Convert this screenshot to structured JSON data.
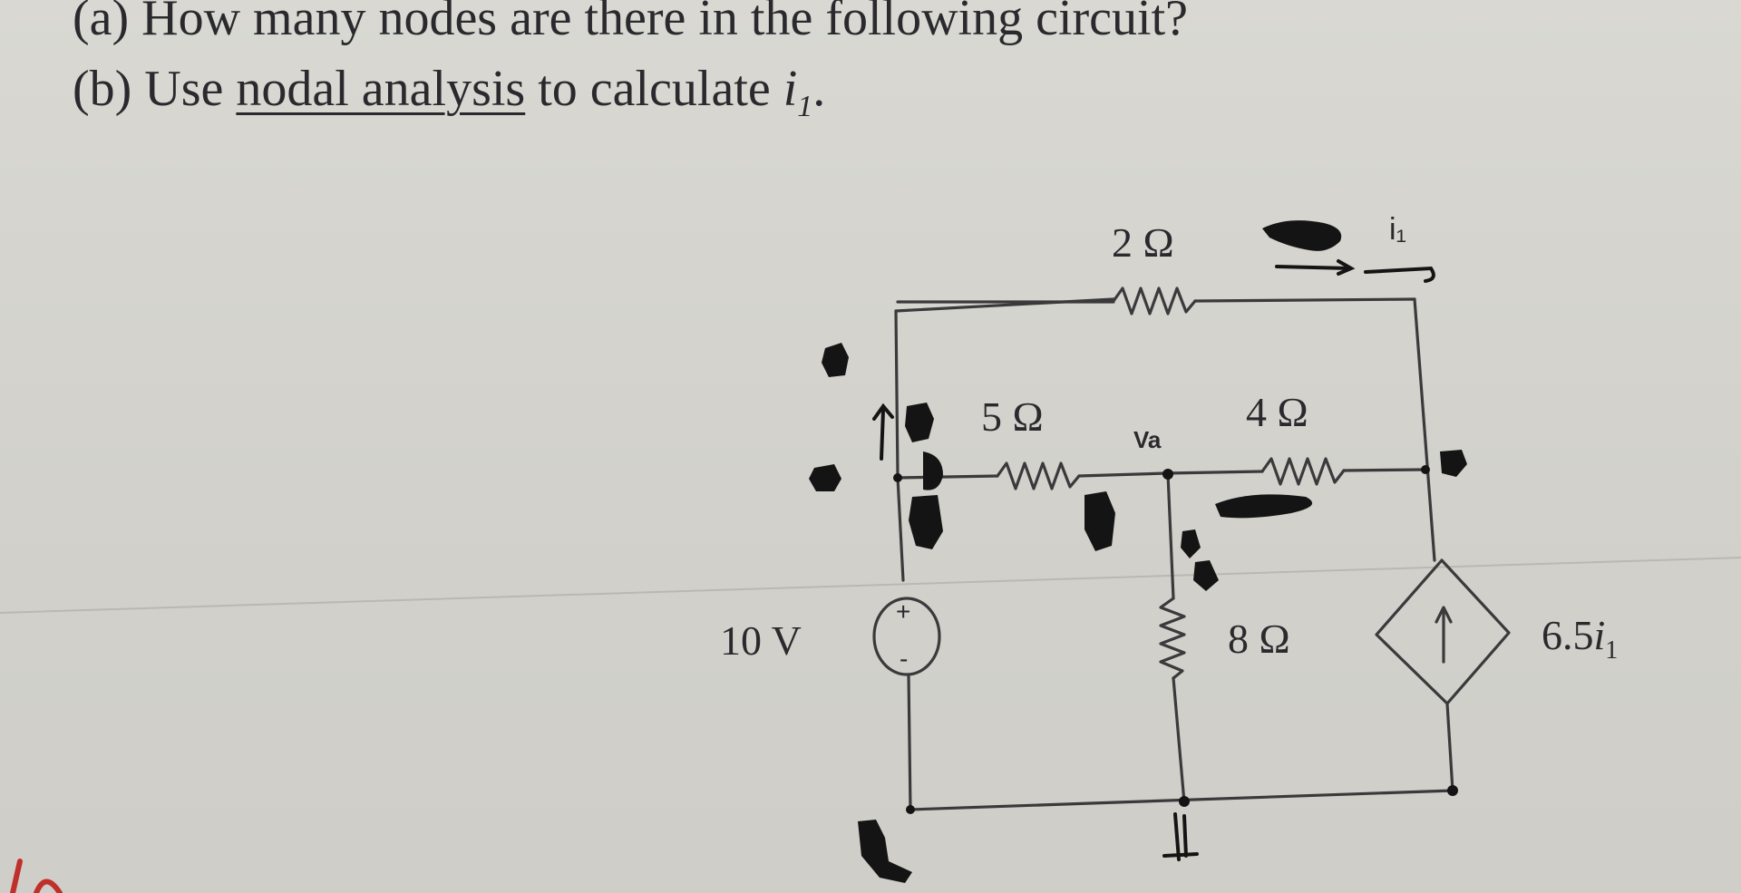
{
  "question": {
    "part_a": "(a) How many nodes are there in the following circuit?",
    "part_b_prefix": "(b) Use ",
    "part_b_link": "nodal analysis",
    "part_b_mid": " to calculate ",
    "part_b_var": "i",
    "part_b_sub": "1",
    "part_b_end": "."
  },
  "circuit": {
    "r_top": "2 Ω",
    "r_left": "5 Ω",
    "r_right": "4 Ω",
    "r_vertical": "8 Ω",
    "node_label": "Va",
    "source_voltage": "10 V",
    "source_plus": "+",
    "source_minus": "-",
    "dependent_source_coef": "6.5",
    "dependent_source_var": "i",
    "dependent_source_sub": "1",
    "current_label": "i₁"
  }
}
